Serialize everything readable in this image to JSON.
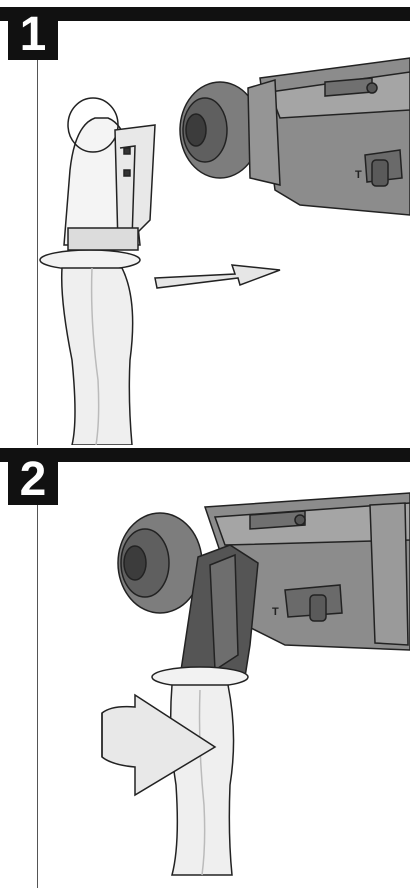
{
  "steps": [
    {
      "number": "1"
    },
    {
      "number": "2"
    }
  ],
  "tool_markings": {
    "drill_mode_label_1": "T",
    "drill_mode_label_2": "T"
  }
}
